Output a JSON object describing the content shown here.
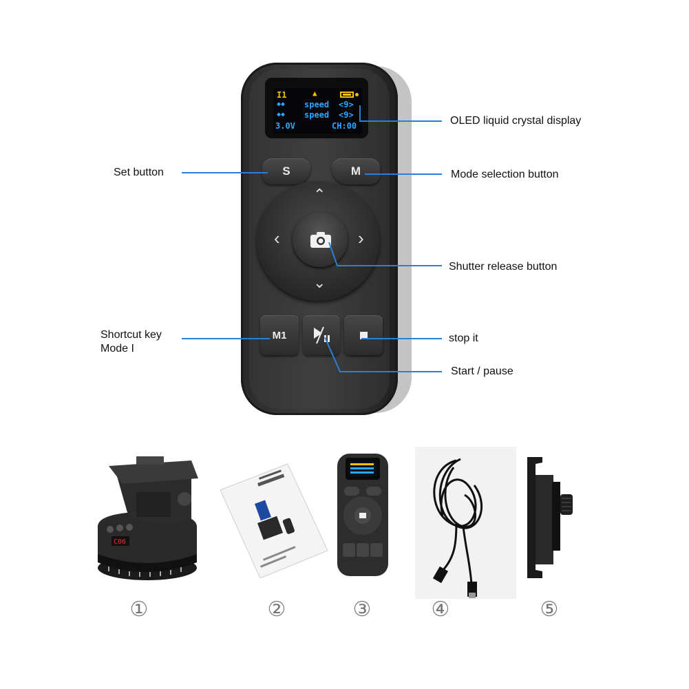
{
  "screen": {
    "row1_left": "I1",
    "row2_arrows": "◆◆",
    "row2_label": "speed",
    "row2_value": "<9>",
    "row3_arrows": "◆◆",
    "row3_label": "speed",
    "row3_value": "<9>",
    "voltage": "3.0V",
    "channel": "CH:00"
  },
  "buttons": {
    "set": "S",
    "mode": "M",
    "m1": "M1"
  },
  "callouts": {
    "oled": "OLED liquid crystal display",
    "set_button": "Set button",
    "mode_selection": "Mode selection button",
    "shutter": "Shutter release button",
    "shortcut_line1": "Shortcut key",
    "shortcut_line2": "Mode I",
    "stop": "stop it",
    "start_pause": "Start / pause"
  },
  "items": {
    "n1": "①",
    "n2": "②",
    "n3": "③",
    "n4": "④",
    "n5": "⑤"
  },
  "colors": {
    "callout_line": "#2b7fd6",
    "screen_yellow": "#f2c20a",
    "screen_blue": "#2aa7ff"
  }
}
